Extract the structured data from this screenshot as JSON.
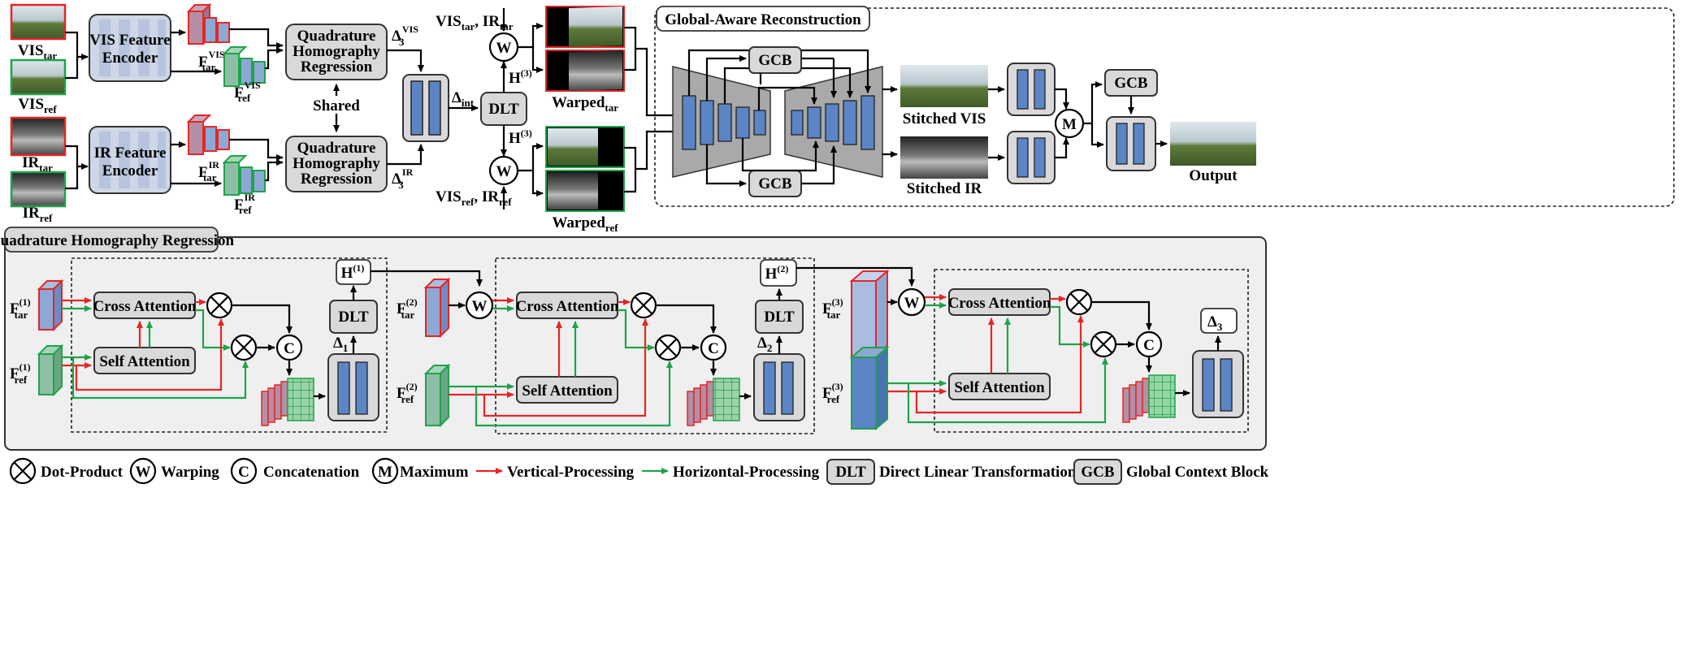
{
  "top": {
    "vis_tar": {
      "base": "VIS",
      "sub": "tar"
    },
    "vis_ref": {
      "base": "VIS",
      "sub": "ref"
    },
    "ir_tar": {
      "base": "IR",
      "sub": "tar"
    },
    "ir_ref": {
      "base": "IR",
      "sub": "ref"
    },
    "vis_encoder": [
      "VIS Feature",
      "Encoder"
    ],
    "ir_encoder": [
      "IR Feature",
      "Encoder"
    ],
    "f_tar_vis": {
      "base": "F",
      "sub": "tar",
      "sup": "VIS"
    },
    "f_ref_vis": {
      "base": "F",
      "sub": "ref",
      "sup": "VIS"
    },
    "f_tar_ir": {
      "base": "F",
      "sub": "tar",
      "sup": "IR"
    },
    "f_ref_ir": {
      "base": "F",
      "sub": "ref",
      "sup": "IR"
    },
    "qhr_box": [
      "Quadrature",
      "Homography",
      "Regression"
    ],
    "shared": "Shared",
    "delta3_vis": {
      "base": "Δ",
      "sub": "3",
      "sup": "VIS"
    },
    "delta3_ir": {
      "base": "Δ",
      "sub": "3",
      "sup": "IR"
    },
    "delta_int": {
      "base": "Δ",
      "sub": "int"
    },
    "dlt": "DLT",
    "h3": {
      "base": "H",
      "sup": "(3)"
    },
    "w": "W",
    "vis_ir_tar": "VIS",
    "vis_ir_tar_full": [
      "VIS",
      "tar",
      ", IR",
      "tar"
    ],
    "vis_ir_ref_full": [
      "VIS",
      "ref",
      ", IR",
      "ref"
    ],
    "warped_tar": {
      "base": "Warped",
      "sub": "tar"
    },
    "warped_ref": {
      "base": "Warped",
      "sub": "ref"
    },
    "gar_title": "Global-Aware Reconstruction",
    "gcb": "GCB",
    "stitched_vis": "Stitched VIS",
    "stitched_ir": "Stitched IR",
    "m": "M",
    "output": "Output"
  },
  "qhr_panel": {
    "title": "Quadrature Homography Regression",
    "cross_attention": "Cross Attention",
    "self_attention": "Self Attention",
    "c": "C",
    "dlt": "DLT",
    "stages": [
      {
        "f_tar": {
          "base": "F",
          "sub": "tar",
          "sup": "(1)"
        },
        "f_ref": {
          "base": "F",
          "sub": "ref",
          "sup": "(1)"
        },
        "h": {
          "base": "H",
          "sup": "(1)"
        },
        "delta": {
          "base": "Δ",
          "sub": "1"
        }
      },
      {
        "f_tar": {
          "base": "F",
          "sub": "tar",
          "sup": "(2)"
        },
        "f_ref": {
          "base": "F",
          "sub": "ref",
          "sup": "(2)"
        },
        "h": {
          "base": "H",
          "sup": "(2)"
        },
        "delta": {
          "base": "Δ",
          "sub": "2"
        }
      },
      {
        "f_tar": {
          "base": "F",
          "sub": "tar",
          "sup": "(3)"
        },
        "f_ref": {
          "base": "F",
          "sub": "ref",
          "sup": "(3)"
        },
        "delta": {
          "base": "Δ",
          "sub": "3"
        }
      }
    ]
  },
  "legend": {
    "dot_product": "Dot-Product",
    "w_symbol": "W",
    "warping": "Warping",
    "c_symbol": "C",
    "concatenation": "Concatenation",
    "m_symbol": "M",
    "maximum": "Maximum",
    "vertical": "Vertical-Processing",
    "horizontal": "Horizontal-Processing",
    "dlt_symbol": "DLT",
    "dlt_text": "Direct Linear Transformation",
    "gcb_symbol": "GCB",
    "gcb_text": "Global Context Block"
  },
  "colors": {
    "vertical": "#e52626",
    "horizontal": "#1fa34a",
    "block_blue": "#5b85c5",
    "box_gray": "#d9d9d9",
    "panel_gray": "#efefef"
  }
}
